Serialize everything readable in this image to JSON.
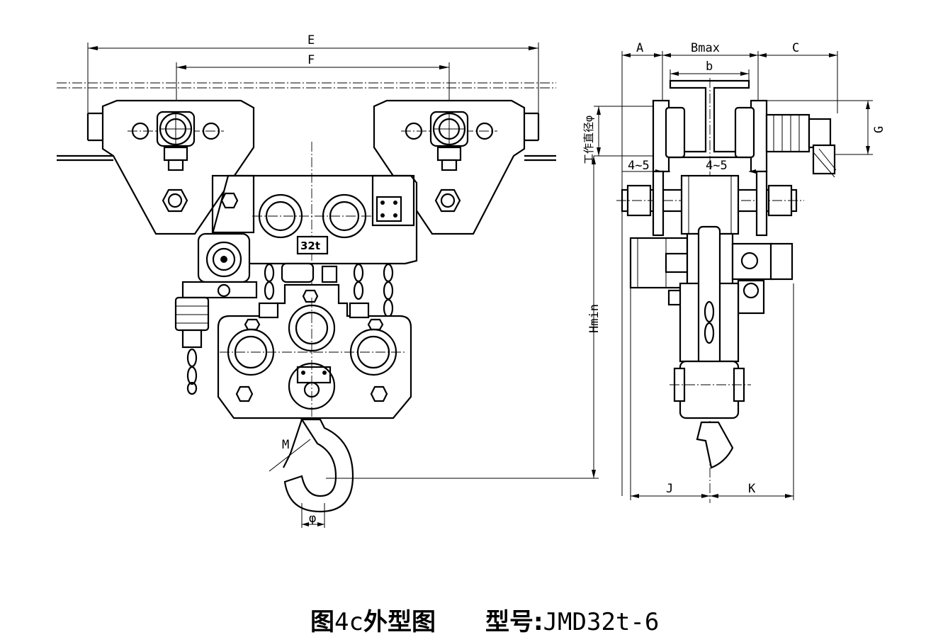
{
  "dimensions": {
    "E": "E",
    "F": "F",
    "A": "A",
    "Bmax": "Bmax",
    "C": "C",
    "b": "b",
    "G": "G",
    "working_diameter": "工作直径φ",
    "gap_left": "4~5",
    "gap_right": "4~5",
    "Hmin": "Hmin",
    "J": "J",
    "K": "K",
    "M": "M",
    "phi": "φ"
  },
  "badge": "32t",
  "caption": {
    "figure_prefix": "图",
    "figure_number": "4c",
    "figure_title": "外型图",
    "model_label": "型号:",
    "model_value": "JMD32t-6"
  }
}
